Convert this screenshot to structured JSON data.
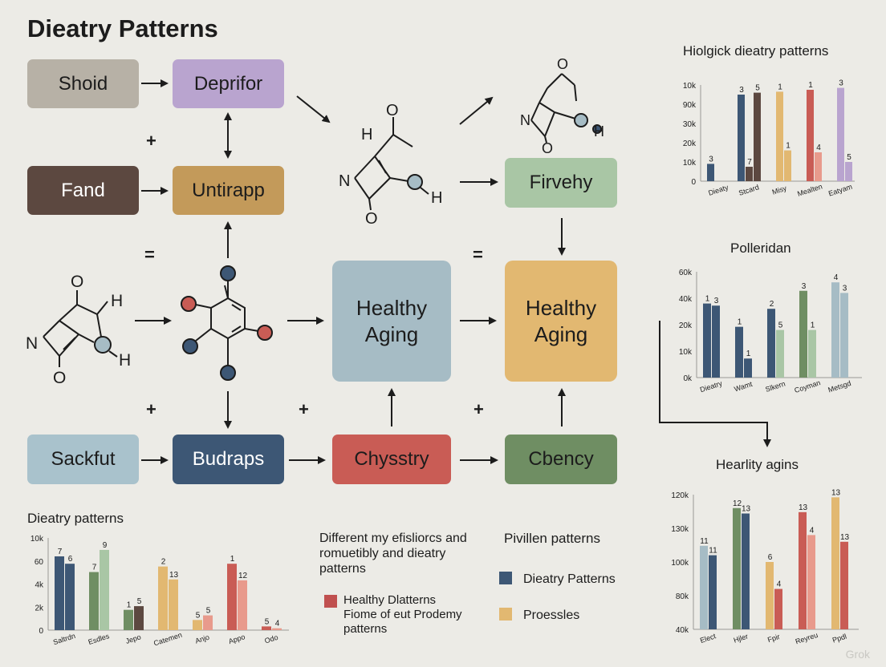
{
  "title": "Dieatry Patterns",
  "nodes": {
    "shoid": {
      "label": "Shoid",
      "bg": "#b7b1a6",
      "fg": "#1c1c1c"
    },
    "deprifor": {
      "label": "Deprifor",
      "bg": "#b9a4cf",
      "fg": "#1c1c1c"
    },
    "fand": {
      "label": "Fand",
      "bg": "#5c4840",
      "fg": "#ffffff"
    },
    "untirapp": {
      "label": "Untirapp",
      "bg": "#c39a5a",
      "fg": "#1c1c1c"
    },
    "firvehy": {
      "label": "Firvehy",
      "bg": "#a9c6a5",
      "fg": "#1c1c1c"
    },
    "aging1": {
      "label": "Healthy Aging",
      "bg": "#a6bcc5",
      "fg": "#1c1c1c"
    },
    "aging2": {
      "label": "Healthy Aging",
      "bg": "#e2b871",
      "fg": "#1c1c1c"
    },
    "sackfut": {
      "label": "Sackfut",
      "bg": "#a9c2cc",
      "fg": "#1c1c1c"
    },
    "budraps": {
      "label": "Budraps",
      "bg": "#3d5775",
      "fg": "#ffffff"
    },
    "chysstry": {
      "label": "Chysstry",
      "bg": "#c95c55",
      "fg": "#1c1c1c"
    },
    "cbency": {
      "label": "Cbency",
      "bg": "#6f8e63",
      "fg": "#1c1c1c"
    }
  },
  "symbols": {
    "plus": "+",
    "equals": "="
  },
  "molecule_labels": {
    "h": "H",
    "o": "O",
    "n": "N"
  },
  "legend": {
    "text_block": "Different my efisliorcs and romuetibly and dieatry patterns",
    "healthy_label": "Healthy Dlatterns Fiome of eut Prodemy patterns",
    "pivillen": "Pivillen patterns",
    "dieatry_label": "Dieatry Patterns",
    "processes_label": "Proessles",
    "colors": {
      "red": "#c0504f",
      "blue": "#3d5775",
      "yellow": "#e2b871"
    }
  },
  "watermark": "Grok",
  "chart_data": [
    {
      "id": "c1",
      "type": "bar",
      "title": "Hiolgick dieatry patterns",
      "yticks": [
        "0",
        "10k",
        "20k",
        "30k",
        "90k",
        "10k"
      ],
      "ylim": [
        0,
        100
      ],
      "categories": [
        "Dieaty",
        "Stcard",
        "Misy",
        "Mealten",
        "Eatyam"
      ],
      "series": [
        {
          "values": [
            18,
            90,
            0,
            0,
            0
          ],
          "labels": [
            "3",
            "3",
            "",
            "",
            ""
          ],
          "colors": [
            "#3d5775",
            "#3d5775",
            "",
            "",
            ""
          ]
        },
        {
          "values": [
            0,
            15,
            93,
            95,
            97
          ],
          "labels": [
            "",
            "7",
            "1",
            "1",
            "3"
          ],
          "colors": [
            "",
            "#5c4840",
            "#e2b871",
            "#c95c55",
            "#b9a4cf"
          ]
        },
        {
          "values": [
            0,
            92,
            32,
            30,
            20
          ],
          "labels": [
            "",
            "5",
            "1",
            "4",
            "5"
          ],
          "colors": [
            "",
            "#5c4840",
            "#e2b871",
            "#e89a8c",
            "#b9a4cf"
          ]
        }
      ]
    },
    {
      "id": "c2",
      "type": "bar",
      "title": "Polleridan",
      "yticks": [
        "0k",
        "10k",
        "20k",
        "40k",
        "60k"
      ],
      "ylim": [
        0,
        100
      ],
      "categories": [
        "Dieatry",
        "Wamt",
        "Slkern",
        "Coyman",
        "Metsgd"
      ],
      "series": [
        {
          "values": [
            70,
            48,
            65,
            82,
            90
          ],
          "labels": [
            "1",
            "1",
            "2",
            "3",
            "4"
          ],
          "colors": [
            "#3d5775",
            "#3d5775",
            "#3d5775",
            "#6f8e63",
            "#a6bcc5"
          ]
        },
        {
          "values": [
            68,
            18,
            45,
            45,
            80
          ],
          "labels": [
            "3",
            "1",
            "5",
            "1",
            "3"
          ],
          "colors": [
            "#3d5775",
            "#3d5775",
            "#a9c6a5",
            "#a9c6a5",
            "#a6bcc5"
          ]
        }
      ]
    },
    {
      "id": "c3",
      "type": "bar",
      "title": "Hearlity agins",
      "yticks": [
        "40k",
        "80k",
        "100k",
        "130k",
        "120k"
      ],
      "ylim": [
        0,
        100
      ],
      "categories": [
        "Elect",
        "Hjler",
        "Fpir",
        "Reyreu",
        "Ppdl"
      ],
      "series": [
        {
          "values": [
            62,
            90,
            50,
            87,
            98
          ],
          "labels": [
            "11",
            "12",
            "6",
            "13",
            "13"
          ],
          "colors": [
            "#a6bcc5",
            "#6f8e63",
            "#e2b871",
            "#c95c55",
            "#e2b871"
          ]
        },
        {
          "values": [
            55,
            86,
            30,
            70,
            65
          ],
          "labels": [
            "11",
            "13",
            "4",
            "4",
            "13"
          ],
          "colors": [
            "#3d5775",
            "#3d5775",
            "#c95c55",
            "#e89a8c",
            "#c95c55"
          ]
        }
      ]
    },
    {
      "id": "c4",
      "type": "bar",
      "title": "Dieatry patterns",
      "yticks": [
        "0",
        "2k",
        "4k",
        "60",
        "10k"
      ],
      "ylim": [
        0,
        100
      ],
      "categories": [
        "Saltrdn",
        "Esdles",
        "Jepo",
        "Catemen",
        "Anjo",
        "Appo",
        "Odo"
      ],
      "series": [
        {
          "values": [
            80,
            63,
            22,
            69,
            11,
            72,
            4
          ],
          "labels": [
            "7",
            "7",
            "1",
            "2",
            "5",
            "1",
            "5"
          ],
          "colors": [
            "#3d5775",
            "#6f8e63",
            "#6f8e63",
            "#e2b871",
            "#e2b871",
            "#c95c55",
            "#c95c55"
          ]
        },
        {
          "values": [
            72,
            87,
            26,
            55,
            16,
            54,
            2
          ],
          "labels": [
            "6",
            "9",
            "5",
            "13",
            "5",
            "12",
            "4"
          ],
          "colors": [
            "#3d5775",
            "#a9c6a5",
            "#5c4840",
            "#e2b871",
            "#e89a8c",
            "#e89a8c",
            "#e89a8c"
          ]
        }
      ]
    }
  ]
}
